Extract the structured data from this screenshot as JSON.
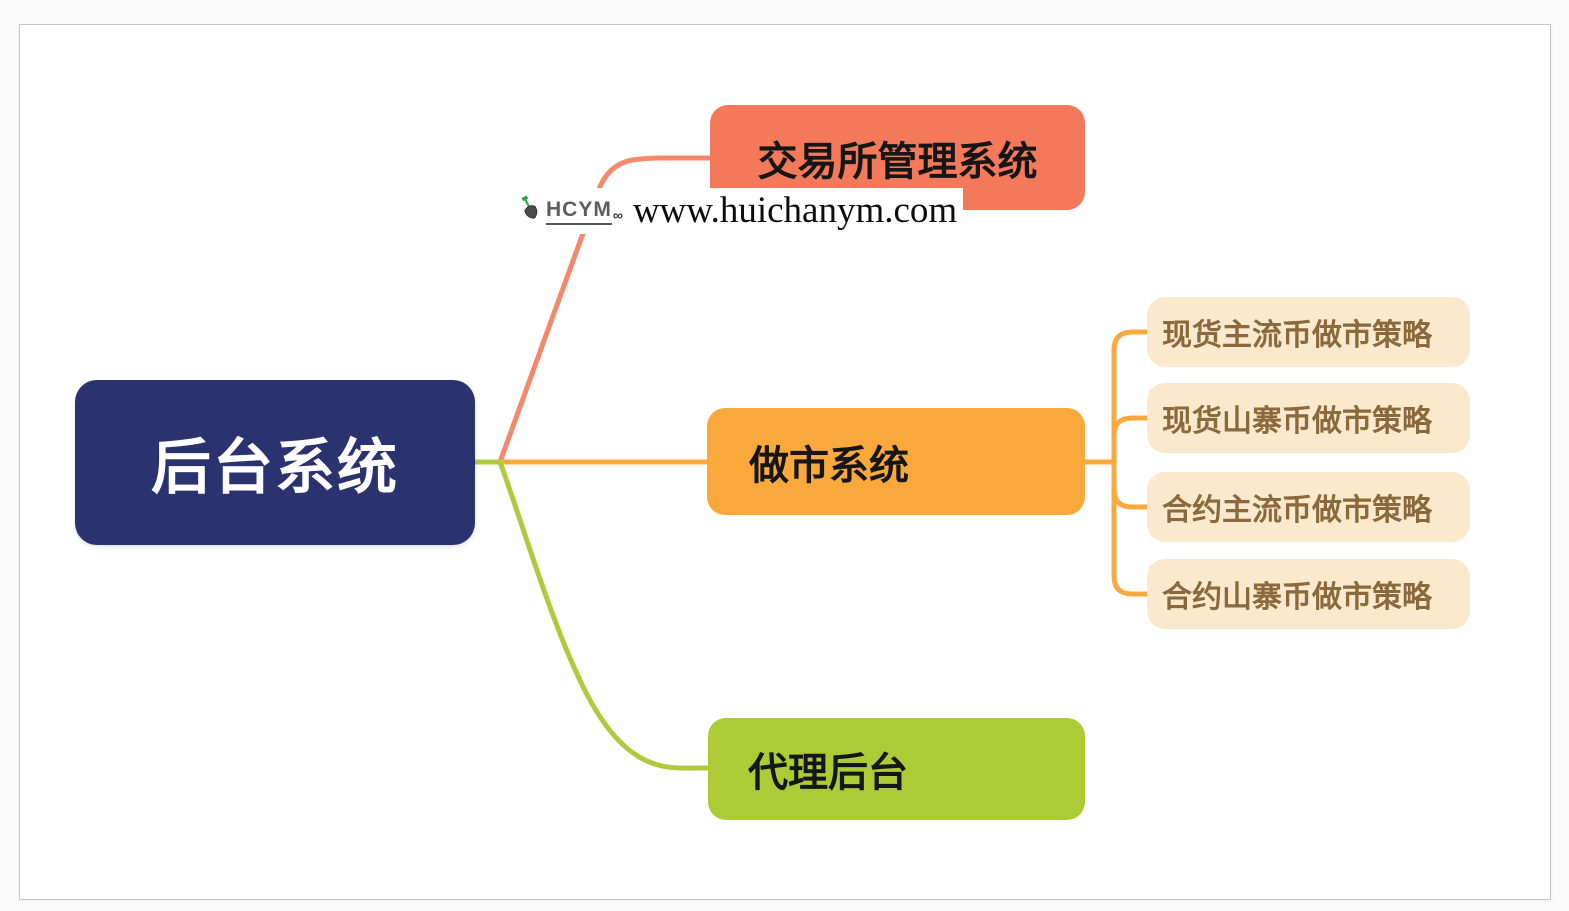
{
  "mindmap": {
    "root": {
      "label": "后台系统",
      "bg_color": "#2B3270",
      "text_color": "#FFFFFF"
    },
    "branch_text_color": "#161616",
    "branches": [
      {
        "label": "交易所管理系统",
        "bg_color": "#F4795B",
        "line_color": "#F5886B",
        "children": []
      },
      {
        "label": "做市系统",
        "bg_color": "#F9A83C",
        "line_color": "#F9A83C",
        "child_bg_color": "#FBE9CD",
        "child_text_color": "#8A693C",
        "children": [
          "现货主流币做市策略",
          "现货山寨币做市策略",
          "合约主流币做市策略",
          "合约山寨币做市策略"
        ]
      },
      {
        "label": "代理后台",
        "bg_color": "#ADCB34",
        "line_color": "#AFCB3D",
        "children": []
      }
    ]
  },
  "watermark": {
    "logo_text": "HCYM",
    "logo_suffix": "∞",
    "url": "www.huichanym.com",
    "icon": "shovel-icon"
  }
}
